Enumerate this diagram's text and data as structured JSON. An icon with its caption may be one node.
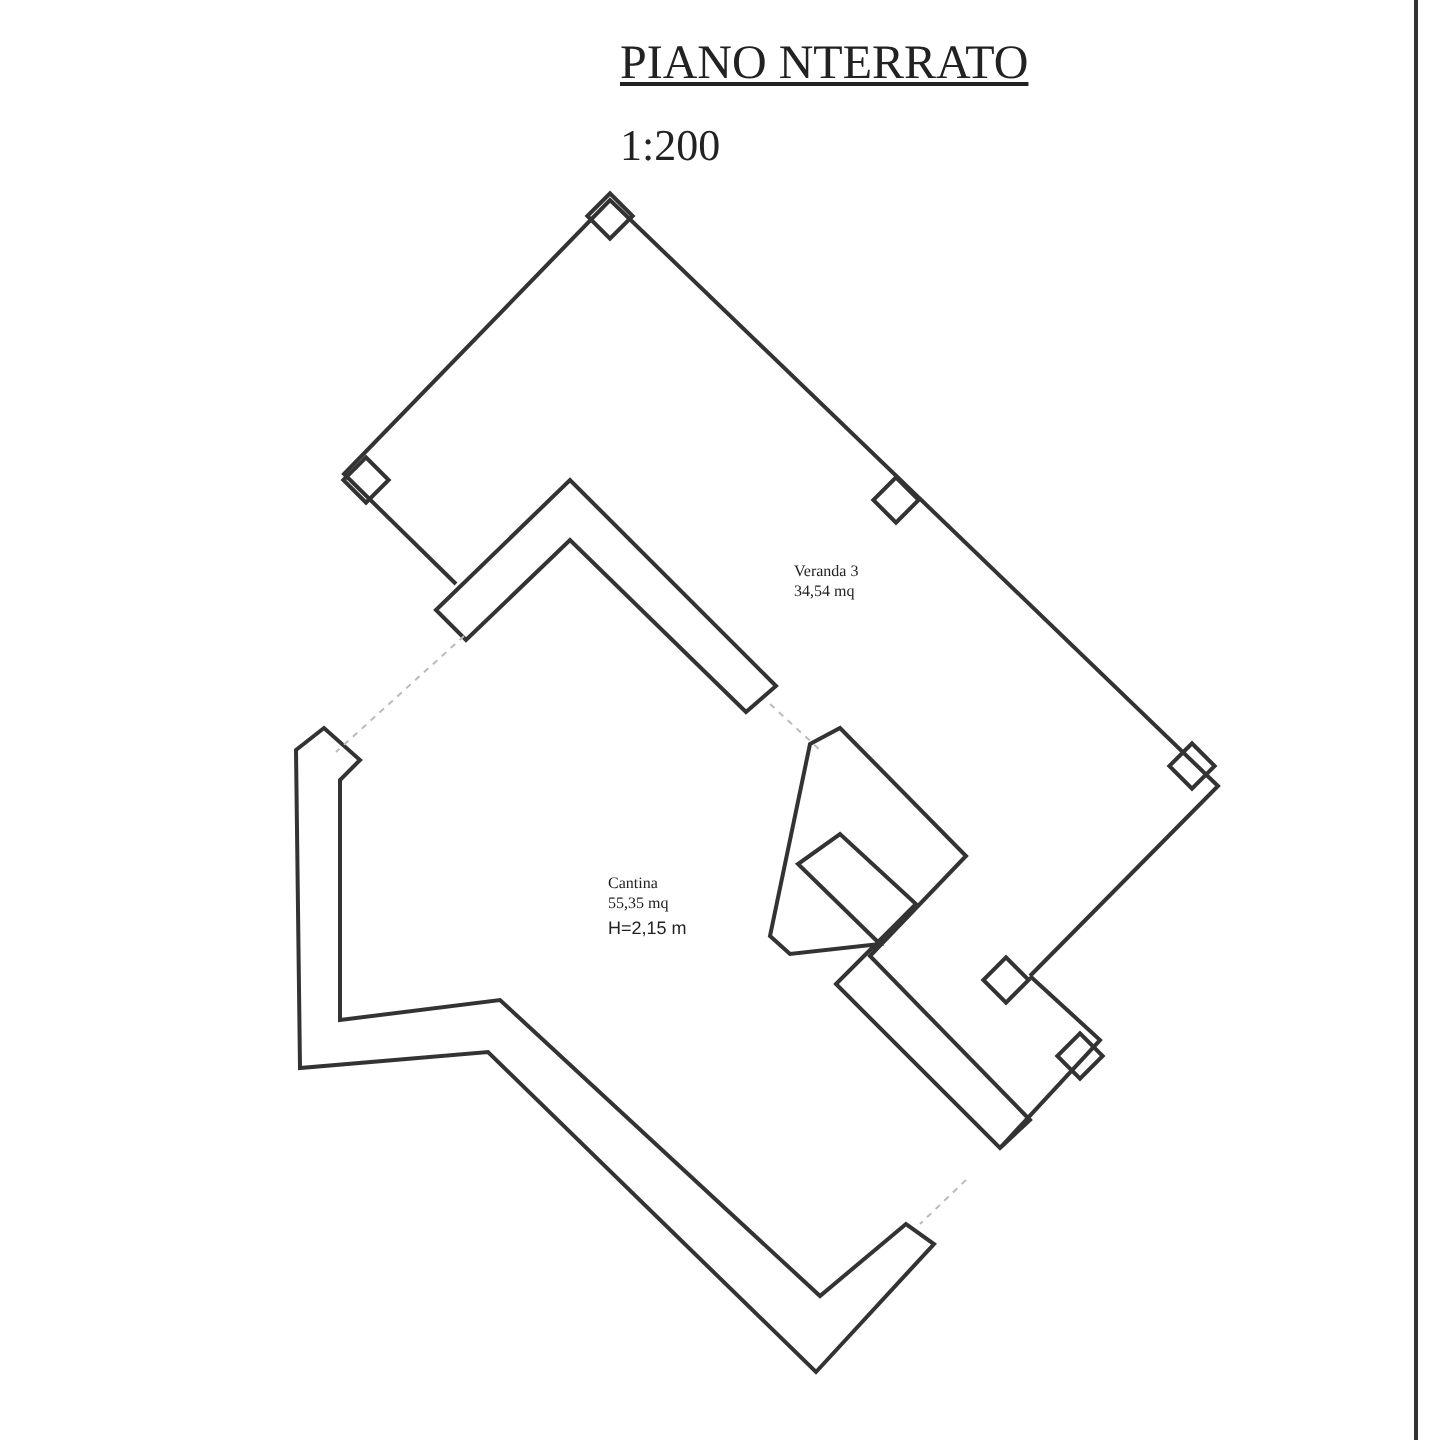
{
  "diagram": {
    "title": "PIANO NTERRATO",
    "labels": [
      "1:200",
      "Veranda 3",
      "34,54 mq",
      "Cantina",
      "55,35 mq",
      "H=2,15 m"
    ]
  }
}
